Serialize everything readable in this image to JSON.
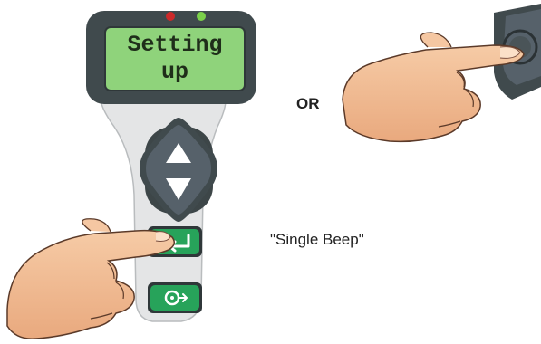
{
  "device": {
    "lcd_line1": "Setting",
    "lcd_line2": "up",
    "led_colors": {
      "left": "#cc2a2a",
      "right": "#7bd04a"
    }
  },
  "labels": {
    "or": "OR",
    "single_beep": "\"Single Beep\""
  },
  "colors": {
    "lcd_screen": "#8fd37b",
    "bezel": "#404a4d",
    "handle": "#e4e5e6",
    "green_button": "#27a35a",
    "skin": "#f2c19a"
  },
  "icons": {
    "up": "up-arrow-icon",
    "down": "down-arrow-icon",
    "enter": "enter-icon",
    "trigger": "trigger-icon"
  }
}
